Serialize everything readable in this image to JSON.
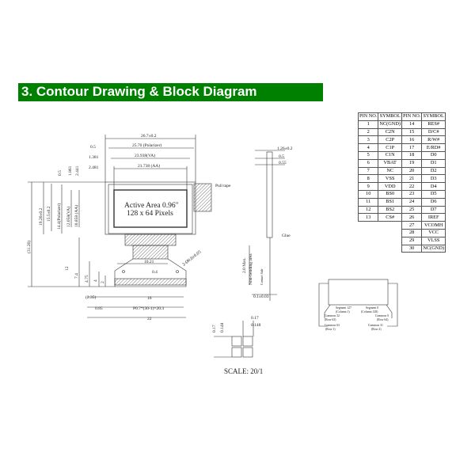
{
  "header": {
    "title": "3. Contour Drawing & Block Diagram",
    "color": "#008000"
  },
  "pin_table": {
    "headers": [
      "PIN NO.",
      "SYMBOL",
      "PIN NO.",
      "SYMBOL"
    ],
    "rows": [
      [
        "1",
        "NC(GND)",
        "14",
        "RES#"
      ],
      [
        "2",
        "C2N",
        "15",
        "D/C#"
      ],
      [
        "3",
        "C2P",
        "16",
        "R/W#"
      ],
      [
        "4",
        "C1P",
        "17",
        "E/RD#"
      ],
      [
        "5",
        "C1N",
        "18",
        "D0"
      ],
      [
        "6",
        "VBAT",
        "19",
        "D1"
      ],
      [
        "7",
        "NC",
        "20",
        "D2"
      ],
      [
        "8",
        "VSS",
        "21",
        "D3"
      ],
      [
        "9",
        "VDD",
        "22",
        "D4"
      ],
      [
        "10",
        "BS0",
        "23",
        "D5"
      ],
      [
        "11",
        "BS1",
        "24",
        "D6"
      ],
      [
        "12",
        "BS2",
        "25",
        "D7"
      ],
      [
        "13",
        "CS#",
        "26",
        "IREF"
      ],
      [
        "",
        "",
        "27",
        "VCOMH"
      ],
      [
        "",
        "",
        "28",
        "VCC"
      ],
      [
        "",
        "",
        "29",
        "VLSS"
      ],
      [
        "",
        "",
        "30",
        "NC(GND)"
      ]
    ]
  },
  "front_view": {
    "active_area": "Active Area 0.96\"",
    "pixels": "128 x 64 Pixels",
    "pull_tape": "Pull tape",
    "dims": {
      "w_total": "26.7±0.2",
      "w_pol": "25.70 (Polarizer)",
      "w_va": "23.938(VA)",
      "w_aa": "21.738 (AA)",
      "off_05": "0.5",
      "off_1381": "1.381",
      "off_2481": "2.481",
      "v_05": "0.5",
      "v_1861": "1.861",
      "v_2441": "2.441",
      "h_total": "(31.26)",
      "h_glass": "19.26±0.2",
      "h_1550": "15.5±0.2",
      "h_pol": "14.4(Polarizer)",
      "h_va": "12.058(VA)",
      "h_aa": "10.858 (AA)",
      "fpc_1021": "10.21",
      "hole": "2-Ø0.8±0.05",
      "d04": "0.4",
      "d12": "12",
      "d74": "7.4",
      "d475": "4.75",
      "d4": "4",
      "d2": "2",
      "d235": "(2.35)",
      "d16": "16",
      "d085": "0.85",
      "pitch": "P0.7*(30-1)=20.3",
      "d22": "22"
    }
  },
  "side_view": {
    "thick": "1.26±0.2",
    "d05": "0.5",
    "d055": "0.55",
    "glue": "Glue",
    "max": "2.0 Max.",
    "nonbend": "Non-bending area",
    "contact_side": "Contact Side",
    "d01": "0.1±0.03"
  },
  "pixel_detail": {
    "d017a": "0.17",
    "d0148a": "0.148",
    "d017b": "0.17",
    "d0148b": "0.148"
  },
  "block_diagram": {
    "seg127": "Segment 127",
    "col1": "(Column 1)",
    "seg0": "Segment 0",
    "col128": "(Column 128)",
    "com32": "Common 32",
    "row63": "(Row 63)",
    "com0": "Common 0",
    "row64": "(Row 64)",
    "com63": "Common 63",
    "row1": "(Row 1)",
    "com31": "Common 31",
    "row2": "(Row 2)"
  },
  "scale": "SCALE: 20/1"
}
